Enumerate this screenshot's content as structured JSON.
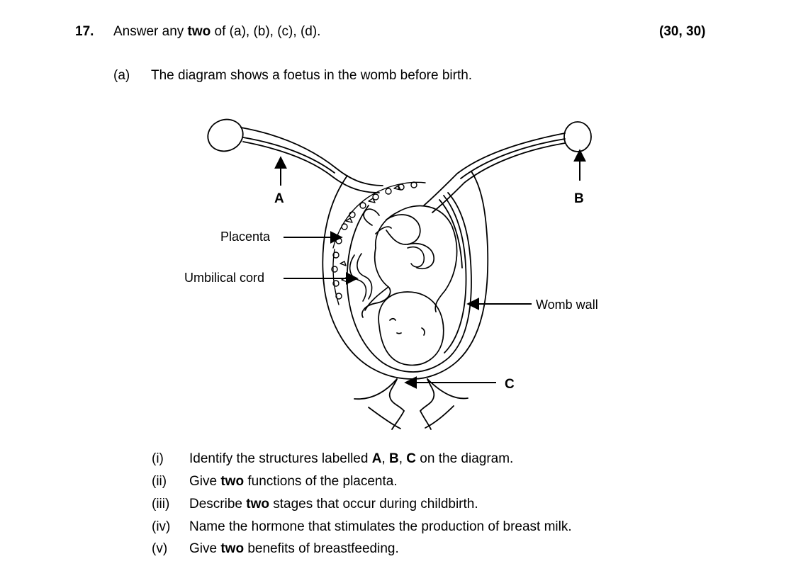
{
  "question": {
    "number": "17.",
    "instruction_pre": "Answer any ",
    "instruction_bold": "two",
    "instruction_post": " of (a), (b), (c), (d).",
    "marks": "(30, 30)"
  },
  "part_a": {
    "label": "(a)",
    "text": "The diagram shows a foetus in the womb before birth."
  },
  "diagram": {
    "labels": {
      "A": "A",
      "B": "B",
      "C": "C",
      "placenta": "Placenta",
      "umbilical_cord": "Umbilical cord",
      "womb_wall": "Womb wall"
    }
  },
  "subquestions": [
    {
      "num": "(i)",
      "pre": "Identify the structures labelled ",
      "bold1": "A",
      "mid1": ", ",
      "bold2": "B",
      "mid2": ", ",
      "bold3": "C",
      "post": " on the diagram."
    },
    {
      "num": "(ii)",
      "pre": "Give ",
      "bold": "two",
      "post": " functions of the placenta."
    },
    {
      "num": "(iii)",
      "pre": "Describe ",
      "bold": "two",
      "post": " stages that occur during childbirth."
    },
    {
      "num": "(iv)",
      "text": "Name the hormone that stimulates the production of breast milk."
    },
    {
      "num": "(v)",
      "pre": "Give ",
      "bold": "two",
      "post": " benefits of breastfeeding."
    }
  ]
}
